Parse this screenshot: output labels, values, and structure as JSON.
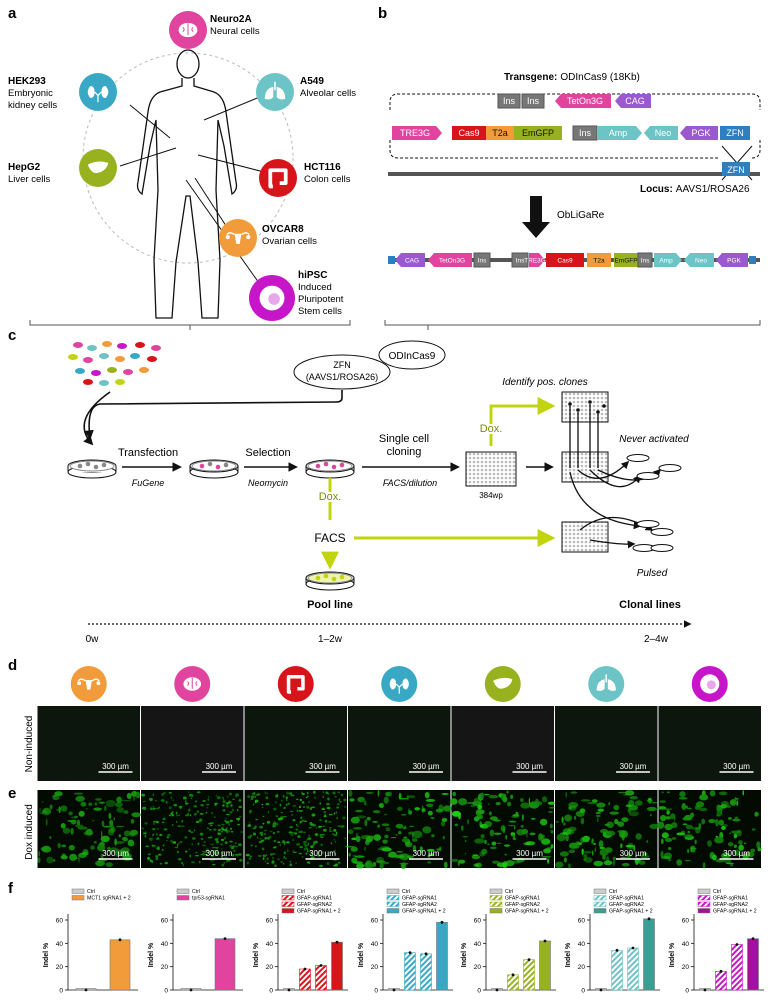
{
  "panel_labels": {
    "a": "a",
    "b": "b",
    "c": "c",
    "d": "d",
    "e": "e",
    "f": "f"
  },
  "colors": {
    "neural": "#e0449e",
    "alveolar": "#6cc4c6",
    "colon": "#d7141a",
    "ovarian": "#f29b3a",
    "liver": "#98b21f",
    "kidney": "#39a8c4",
    "stem": "#c716c9",
    "lime": "#c2d40f"
  },
  "panel_a": {
    "cells": [
      {
        "name": "Neuro2A",
        "desc1": "Neural cells",
        "desc2": "",
        "desc3": "",
        "icon": "brain-icon"
      },
      {
        "name": "HEK293",
        "desc1": "Embryonic",
        "desc2": "kidney cells",
        "desc3": "",
        "icon": "kidney-icon"
      },
      {
        "name": "A549",
        "desc1": "Alveolar cells",
        "desc2": "",
        "desc3": "",
        "icon": "lung-icon"
      },
      {
        "name": "HepG2",
        "desc1": "Liver cells",
        "desc2": "",
        "desc3": "",
        "icon": "liver-icon"
      },
      {
        "name": "HCT116",
        "desc1": "Colon cells",
        "desc2": "",
        "desc3": "",
        "icon": "colon-icon"
      },
      {
        "name": "OVCAR8",
        "desc1": "Ovarian cells",
        "desc2": "",
        "desc3": "",
        "icon": "uterus-icon"
      },
      {
        "name": "hiPSC",
        "desc1": "Induced",
        "desc2": "Pluripotent",
        "desc3": "Stem cells",
        "icon": "stem-cell-icon"
      }
    ]
  },
  "panel_b": {
    "transgene_label": "Transgene:",
    "transgene_name": "ODInCas9 (18Kb)",
    "locus_label": "Locus:",
    "locus_name": "AAVS1/ROSA26",
    "method": "ObLiGaRe",
    "top_elements": [
      "Ins",
      "Ins",
      "TetOn3G",
      "CAG"
    ],
    "mid_elements": [
      "TRE3G",
      "Cas9",
      "T2a",
      "EmGFP",
      "Ins",
      "Amp",
      "Neo",
      "PGK",
      "ZFN"
    ],
    "zfn_bottom": "ZFN",
    "final_elements": [
      "CAG",
      "TetOn3G",
      "Ins",
      "Ins",
      "TRE3G",
      "Cas9",
      "T2a",
      "EmGFP",
      "Ins",
      "Amp",
      "Neo",
      "PGK"
    ]
  },
  "panel_c": {
    "odincas9": "ODInCas9",
    "zfn_line1": "ZFN",
    "zfn_line2": "(AAVS1/ROSA26)",
    "transfection": "Transfection",
    "fugene": "FuGene",
    "selection": "Selection",
    "neomycin": "Neomycin",
    "single_cell_1": "Single cell",
    "single_cell_2": "cloning",
    "facs_dilution": "FACS/dilution",
    "plate_384": "384wp",
    "identify": "Identify pos. clones",
    "dox_right": "Dox.",
    "dox_left": "Dox.",
    "facs": "FACS",
    "never_activated": "Never activated",
    "pulsed": "Pulsed",
    "pool_line": "Pool line",
    "clonal_lines": "Clonal lines",
    "t0": "0w",
    "t1": "1–2w",
    "t2": "2–4w"
  },
  "panel_de": {
    "row_d_label": "Non-induced",
    "row_e_label": "Dox induced",
    "scale_bar": "300 µm",
    "icons": [
      "uterus-icon",
      "brain-icon",
      "colon-icon",
      "kidney-icon",
      "liver-icon",
      "lung-icon",
      "stem-cell-icon"
    ],
    "icon_colors": [
      "#f29b3a",
      "#e0449e",
      "#d7141a",
      "#39a8c4",
      "#98b21f",
      "#6cc4c6",
      "#c716c9"
    ],
    "green_intensity": [
      0.35,
      0.45,
      0.55,
      0.6,
      0.75,
      0.55,
      0.6
    ]
  },
  "chart_data": [
    {
      "type": "bar",
      "ylabel": "Indel %",
      "ylim": [
        0,
        60
      ],
      "legend": [
        "Ctrl",
        "MCT1 sgRNA1 + 2"
      ],
      "values": [
        0,
        43
      ],
      "colors": [
        "#cccccc",
        "#f29b3a"
      ],
      "pattern": [
        false,
        false
      ]
    },
    {
      "type": "bar",
      "ylabel": "Indel %",
      "ylim": [
        0,
        60
      ],
      "legend": [
        "Ctrl",
        "tpr53-sgRNA1"
      ],
      "values": [
        0,
        44
      ],
      "colors": [
        "#cccccc",
        "#e0449e"
      ],
      "pattern": [
        false,
        false
      ]
    },
    {
      "type": "bar",
      "ylabel": "Indel %",
      "ylim": [
        0,
        60
      ],
      "legend": [
        "Ctrl",
        "GFAP-sgRNA1",
        "GFAP-sgRNA2",
        "GFAP-sgRNA1 + 2"
      ],
      "values": [
        0,
        18,
        21,
        41
      ],
      "colors": [
        "#cccccc",
        "#d7141a",
        "#d7141a",
        "#d7141a"
      ],
      "pattern": [
        false,
        true,
        true,
        false
      ]
    },
    {
      "type": "bar",
      "ylabel": "Indel %",
      "ylim": [
        0,
        60
      ],
      "legend": [
        "Ctrl",
        "GFAP-sgRNA1",
        "GFAP-sgRNA2",
        "GFAP-sgRNA1 + 2"
      ],
      "values": [
        0,
        32,
        31,
        58
      ],
      "colors": [
        "#cccccc",
        "#39a8c4",
        "#39a8c4",
        "#39a8c4"
      ],
      "pattern": [
        false,
        true,
        true,
        false
      ]
    },
    {
      "type": "bar",
      "ylabel": "Indel %",
      "ylim": [
        0,
        60
      ],
      "legend": [
        "Ctrl",
        "GFAP-sgRNA1",
        "GFAP-sgRNA2",
        "GFAP-sgRNA1 + 2"
      ],
      "values": [
        0,
        13,
        26,
        42
      ],
      "colors": [
        "#cccccc",
        "#98b21f",
        "#98b21f",
        "#98b21f"
      ],
      "pattern": [
        false,
        true,
        true,
        false
      ]
    },
    {
      "type": "bar",
      "ylabel": "Indel %",
      "ylim": [
        0,
        60
      ],
      "legend": [
        "Ctrl",
        "GFAP-sgRNA1",
        "GFAP-sgRNA2",
        "GFAP-sgRNA1 + 2"
      ],
      "values": [
        0,
        34,
        36,
        61
      ],
      "colors": [
        "#cccccc",
        "#6cc4c6",
        "#6cc4c6",
        "#3a9e92"
      ],
      "pattern": [
        false,
        true,
        true,
        false
      ]
    },
    {
      "type": "bar",
      "ylabel": "Indel %",
      "ylim": [
        0,
        60
      ],
      "legend": [
        "Ctrl",
        "GFAP-sgRNA1",
        "GFAP-sgRNA2",
        "GFAP-sgRNA1 + 2"
      ],
      "values": [
        0,
        16,
        39,
        44
      ],
      "colors": [
        "#cccccc",
        "#c716c9",
        "#c716c9",
        "#a3109f"
      ],
      "pattern": [
        false,
        true,
        true,
        false
      ]
    }
  ]
}
